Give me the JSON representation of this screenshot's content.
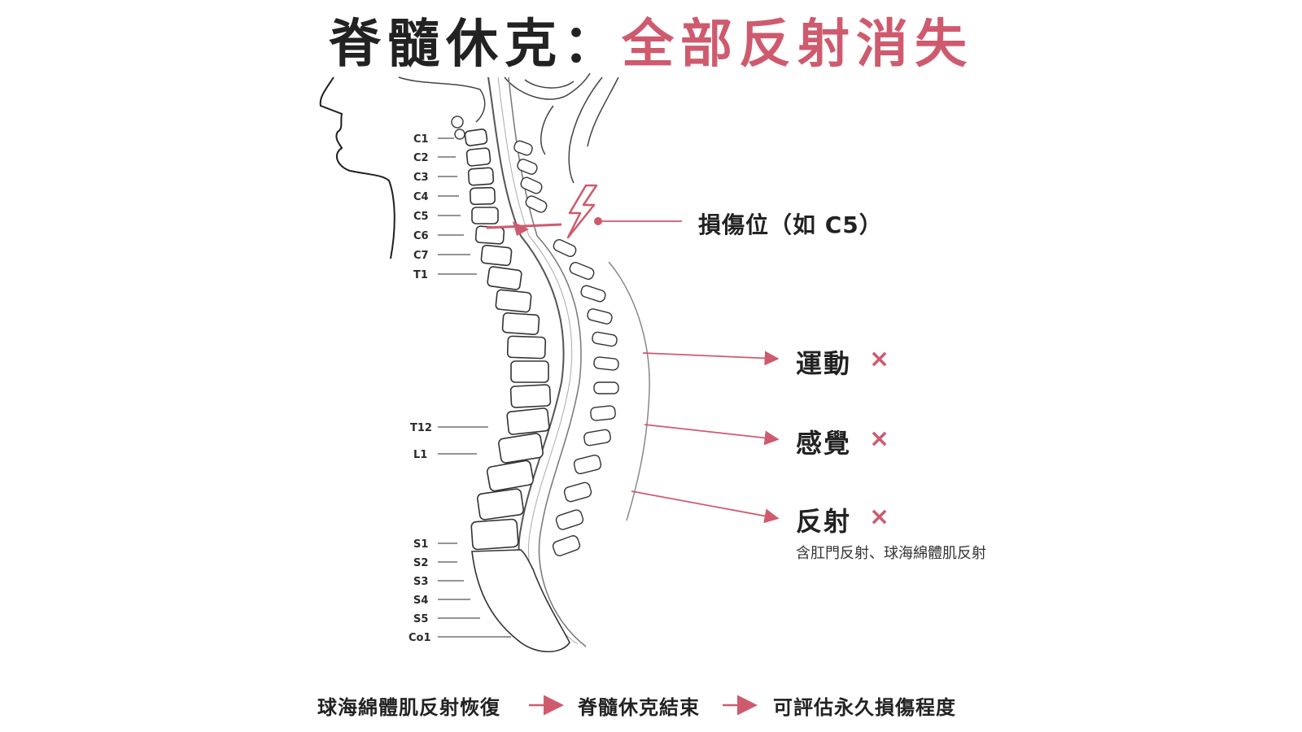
{
  "title": {
    "main": "脊髓休克：",
    "accent": "全部反射消失"
  },
  "vertebra_labels": [
    {
      "id": "c1",
      "text": "C1"
    },
    {
      "id": "c2",
      "text": "C2"
    },
    {
      "id": "c3",
      "text": "C3"
    },
    {
      "id": "c4",
      "text": "C4"
    },
    {
      "id": "c5",
      "text": "C5"
    },
    {
      "id": "c6",
      "text": "C6"
    },
    {
      "id": "c7",
      "text": "C7"
    },
    {
      "id": "t1",
      "text": "T1"
    },
    {
      "id": "t12",
      "text": "T12"
    },
    {
      "id": "l1",
      "text": "L1"
    },
    {
      "id": "s1",
      "text": "S1"
    },
    {
      "id": "s2",
      "text": "S2"
    },
    {
      "id": "s3",
      "text": "S3"
    },
    {
      "id": "s4",
      "text": "S4"
    },
    {
      "id": "s5",
      "text": "S5"
    },
    {
      "id": "co1",
      "text": "Co1"
    }
  ],
  "injury": {
    "label": "損傷位（如 C5）"
  },
  "functions": {
    "motor": {
      "label": "運動",
      "mark": "×"
    },
    "sensory": {
      "label": "感覺",
      "mark": "×"
    },
    "reflex": {
      "label": "反射",
      "mark": "×",
      "sub": "含肛門反射、球海綿體肌反射"
    }
  },
  "flow": {
    "step1": "球海綿體肌反射恢復",
    "step2": "脊髓休克結束",
    "step3": "可評估永久損傷程度"
  },
  "colors": {
    "accent": "#cf5a6e",
    "text": "#222222",
    "line": "#555555"
  }
}
